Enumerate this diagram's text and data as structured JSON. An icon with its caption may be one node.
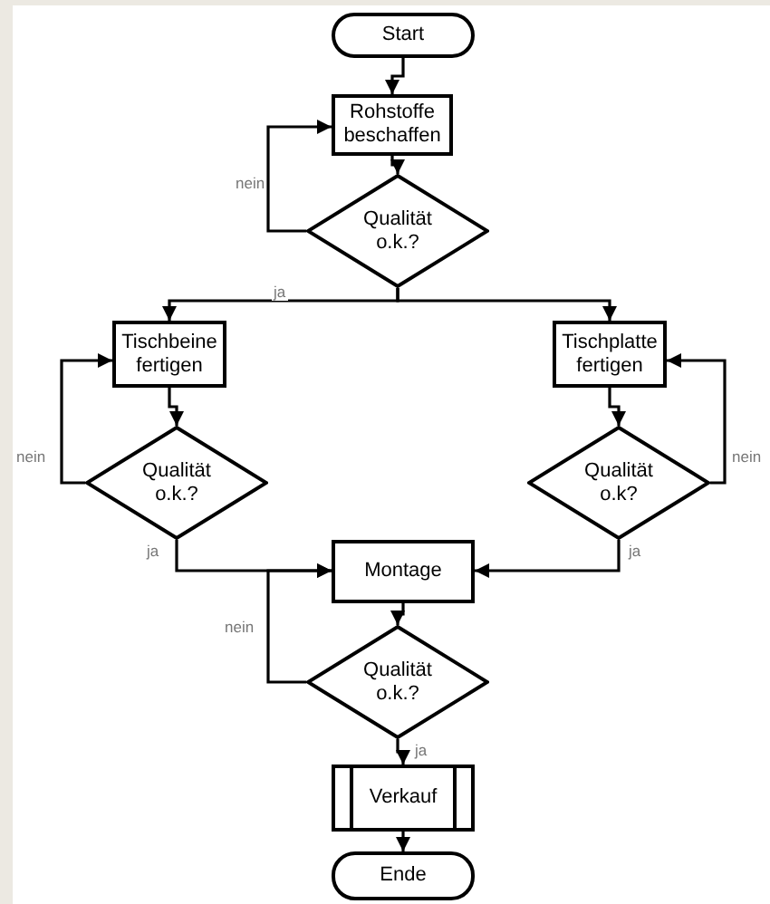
{
  "diagram": {
    "nodes": [
      {
        "text": [
          "Start"
        ]
      },
      {
        "text": [
          "Rohstoffe beschaffen"
        ]
      },
      {
        "text": [
          "Qualität o.k.?"
        ]
      },
      {
        "text": [
          "Tischbeine fertigen"
        ]
      },
      {
        "text": [
          "Qualität o.k.?"
        ]
      },
      {
        "text": [
          "Tischplatte fertigen"
        ]
      },
      {
        "text": [
          "Qualität o.k?"
        ]
      },
      {
        "text": [
          "Montage"
        ]
      },
      {
        "text": [
          "Qualität o.k.?"
        ]
      },
      {
        "text": [
          "Verkauf"
        ]
      },
      {
        "text": [
          "Ende"
        ]
      }
    ],
    "edges": [
      {
        "from": 0,
        "to": 1,
        "arrow": "to"
      },
      {
        "from": 1,
        "to": 2,
        "arrow": "to"
      },
      {
        "from": 2,
        "to": 3,
        "arrow": "to",
        "label": "ja"
      },
      {
        "from": 2,
        "to": 5,
        "arrow": "to"
      },
      {
        "from": 2,
        "to": 1,
        "arrow": "to",
        "label": "nein"
      },
      {
        "from": 3,
        "to": 4,
        "arrow": "to"
      },
      {
        "from": 4,
        "to": 3,
        "arrow": "to",
        "label": "nein"
      },
      {
        "from": 5,
        "to": 6,
        "arrow": "to"
      },
      {
        "from": 6,
        "to": 5,
        "arrow": "to",
        "label": "nein"
      },
      {
        "from": 4,
        "to": 7,
        "arrow": "to",
        "label": "ja"
      },
      {
        "from": 6,
        "to": 7,
        "arrow": "to",
        "label": "ja"
      },
      {
        "from": 7,
        "to": 8,
        "arrow": "to"
      },
      {
        "from": 8,
        "to": 7,
        "arrow": "to",
        "label": "nein"
      },
      {
        "from": 8,
        "to": 9,
        "arrow": "to",
        "label": "ja"
      },
      {
        "from": 9,
        "to": 10,
        "arrow": "to"
      }
    ]
  }
}
